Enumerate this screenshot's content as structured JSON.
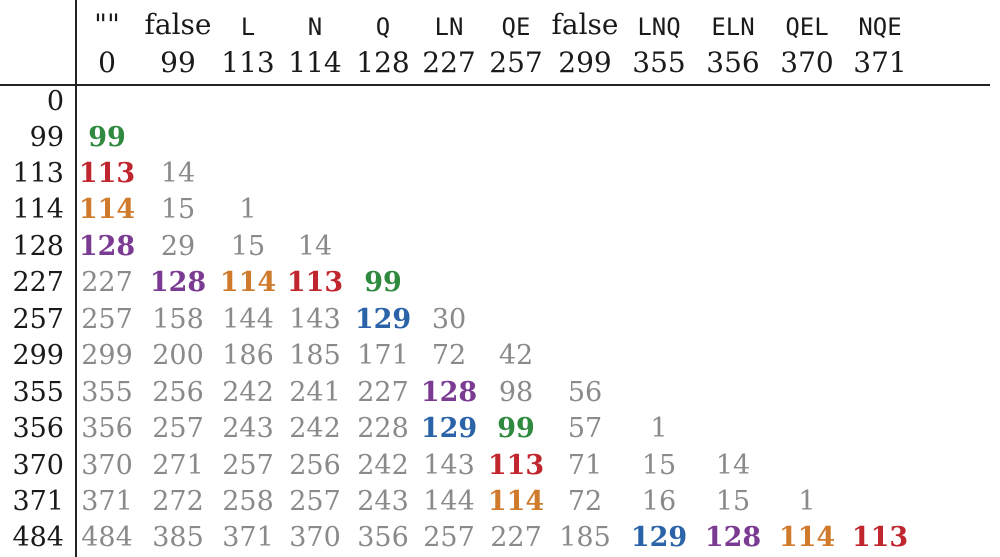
{
  "colors": {
    "gray": "#8a8a8a",
    "green": "#2f8a3f",
    "red": "#c0262d",
    "orange": "#d07a2c",
    "purple": "#7b3b93",
    "blue": "#2a63a8"
  },
  "headers": [
    {
      "name": "\"\"",
      "value": "0"
    },
    {
      "name": "false",
      "value": "99"
    },
    {
      "name": "L",
      "value": "113"
    },
    {
      "name": "N",
      "value": "114"
    },
    {
      "name": "Q",
      "value": "128"
    },
    {
      "name": "LN",
      "value": "227"
    },
    {
      "name": "QE",
      "value": "257"
    },
    {
      "name": "false",
      "value": "299"
    },
    {
      "name": "LNQ",
      "value": "355"
    },
    {
      "name": "ELN",
      "value": "356"
    },
    {
      "name": "QEL",
      "value": "370"
    },
    {
      "name": "NQE",
      "value": "371"
    }
  ],
  "rows": [
    {
      "label": "0",
      "cells": []
    },
    {
      "label": "99",
      "cells": [
        {
          "v": "99",
          "c": "green"
        }
      ]
    },
    {
      "label": "113",
      "cells": [
        {
          "v": "113",
          "c": "red"
        },
        {
          "v": "14",
          "c": "gray"
        }
      ]
    },
    {
      "label": "114",
      "cells": [
        {
          "v": "114",
          "c": "orange"
        },
        {
          "v": "15",
          "c": "gray"
        },
        {
          "v": "1",
          "c": "gray"
        }
      ]
    },
    {
      "label": "128",
      "cells": [
        {
          "v": "128",
          "c": "purple"
        },
        {
          "v": "29",
          "c": "gray"
        },
        {
          "v": "15",
          "c": "gray"
        },
        {
          "v": "14",
          "c": "gray"
        }
      ]
    },
    {
      "label": "227",
      "cells": [
        {
          "v": "227",
          "c": "gray"
        },
        {
          "v": "128",
          "c": "purple"
        },
        {
          "v": "114",
          "c": "orange"
        },
        {
          "v": "113",
          "c": "red"
        },
        {
          "v": "99",
          "c": "green"
        }
      ]
    },
    {
      "label": "257",
      "cells": [
        {
          "v": "257",
          "c": "gray"
        },
        {
          "v": "158",
          "c": "gray"
        },
        {
          "v": "144",
          "c": "gray"
        },
        {
          "v": "143",
          "c": "gray"
        },
        {
          "v": "129",
          "c": "blue"
        },
        {
          "v": "30",
          "c": "gray"
        }
      ]
    },
    {
      "label": "299",
      "cells": [
        {
          "v": "299",
          "c": "gray"
        },
        {
          "v": "200",
          "c": "gray"
        },
        {
          "v": "186",
          "c": "gray"
        },
        {
          "v": "185",
          "c": "gray"
        },
        {
          "v": "171",
          "c": "gray"
        },
        {
          "v": "72",
          "c": "gray"
        },
        {
          "v": "42",
          "c": "gray"
        }
      ]
    },
    {
      "label": "355",
      "cells": [
        {
          "v": "355",
          "c": "gray"
        },
        {
          "v": "256",
          "c": "gray"
        },
        {
          "v": "242",
          "c": "gray"
        },
        {
          "v": "241",
          "c": "gray"
        },
        {
          "v": "227",
          "c": "gray"
        },
        {
          "v": "128",
          "c": "purple"
        },
        {
          "v": "98",
          "c": "gray"
        },
        {
          "v": "56",
          "c": "gray"
        }
      ]
    },
    {
      "label": "356",
      "cells": [
        {
          "v": "356",
          "c": "gray"
        },
        {
          "v": "257",
          "c": "gray"
        },
        {
          "v": "243",
          "c": "gray"
        },
        {
          "v": "242",
          "c": "gray"
        },
        {
          "v": "228",
          "c": "gray"
        },
        {
          "v": "129",
          "c": "blue"
        },
        {
          "v": "99",
          "c": "green"
        },
        {
          "v": "57",
          "c": "gray"
        },
        {
          "v": "1",
          "c": "gray"
        }
      ]
    },
    {
      "label": "370",
      "cells": [
        {
          "v": "370",
          "c": "gray"
        },
        {
          "v": "271",
          "c": "gray"
        },
        {
          "v": "257",
          "c": "gray"
        },
        {
          "v": "256",
          "c": "gray"
        },
        {
          "v": "242",
          "c": "gray"
        },
        {
          "v": "143",
          "c": "gray"
        },
        {
          "v": "113",
          "c": "red"
        },
        {
          "v": "71",
          "c": "gray"
        },
        {
          "v": "15",
          "c": "gray"
        },
        {
          "v": "14",
          "c": "gray"
        }
      ]
    },
    {
      "label": "371",
      "cells": [
        {
          "v": "371",
          "c": "gray"
        },
        {
          "v": "272",
          "c": "gray"
        },
        {
          "v": "258",
          "c": "gray"
        },
        {
          "v": "257",
          "c": "gray"
        },
        {
          "v": "243",
          "c": "gray"
        },
        {
          "v": "144",
          "c": "gray"
        },
        {
          "v": "114",
          "c": "orange"
        },
        {
          "v": "72",
          "c": "gray"
        },
        {
          "v": "16",
          "c": "gray"
        },
        {
          "v": "15",
          "c": "gray"
        },
        {
          "v": "1",
          "c": "gray"
        }
      ]
    },
    {
      "label": "484",
      "cells": [
        {
          "v": "484",
          "c": "gray"
        },
        {
          "v": "385",
          "c": "gray"
        },
        {
          "v": "371",
          "c": "gray"
        },
        {
          "v": "370",
          "c": "gray"
        },
        {
          "v": "356",
          "c": "gray"
        },
        {
          "v": "257",
          "c": "gray"
        },
        {
          "v": "227",
          "c": "gray"
        },
        {
          "v": "185",
          "c": "gray"
        },
        {
          "v": "129",
          "c": "blue"
        },
        {
          "v": "128",
          "c": "purple"
        },
        {
          "v": "114",
          "c": "orange"
        },
        {
          "v": "113",
          "c": "red"
        }
      ]
    }
  ]
}
